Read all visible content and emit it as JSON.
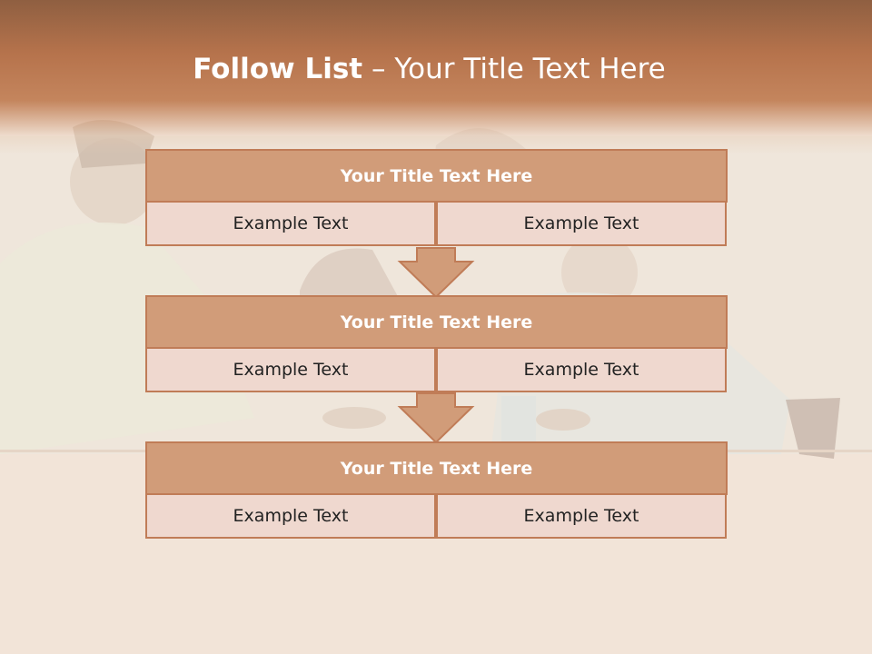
{
  "slide": {
    "title_bold": "Follow List",
    "title_rest": " – Your Title Text Here"
  },
  "steps": [
    {
      "title": "Your Title Text Here",
      "left": "Example Text",
      "right": "Example Text"
    },
    {
      "title": "Your Title Text Here",
      "left": "Example Text",
      "right": "Example Text"
    },
    {
      "title": "Your Title Text Here",
      "left": "Example Text",
      "right": "Example Text"
    }
  ],
  "colors": {
    "header": "#b6734c",
    "box_title_fill": "#d19c79",
    "box_cell_fill": "#efd8cf",
    "border": "#c07c57",
    "arrow_fill": "#d19c79"
  },
  "icons": [
    "down-arrow-icon"
  ]
}
